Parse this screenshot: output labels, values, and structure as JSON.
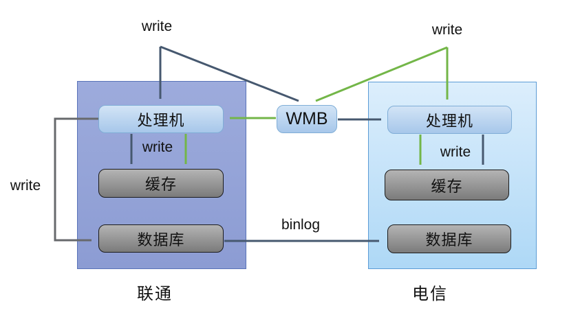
{
  "labels": {
    "write_top_left": "write",
    "write_top_right": "write",
    "write_side_left": "write",
    "write_inner_left": "write",
    "write_inner_right": "write",
    "binlog": "binlog"
  },
  "broker": {
    "label": "WMB"
  },
  "regions": {
    "left": {
      "title": "联通",
      "nodes": {
        "processor": "处理机",
        "cache": "缓存",
        "database": "数据库"
      }
    },
    "right": {
      "title": "电信",
      "nodes": {
        "processor": "处理机",
        "cache": "缓存",
        "database": "数据库"
      }
    }
  },
  "colors": {
    "dark_arrow": "#46586F",
    "green_arrow": "#73B648",
    "gray_arrow": "#67696C",
    "left_region_fill": "#8C9CD3",
    "left_region_border": "#5872B8",
    "right_region_fill": "#AED8F6",
    "right_region_border": "#5B9BD5",
    "blue_node_fill": "#A7C7EA",
    "blue_node_border": "#7FADD6",
    "gray_node_fill": "#7B7B7B",
    "gray_node_border": "#1A1A1A"
  }
}
